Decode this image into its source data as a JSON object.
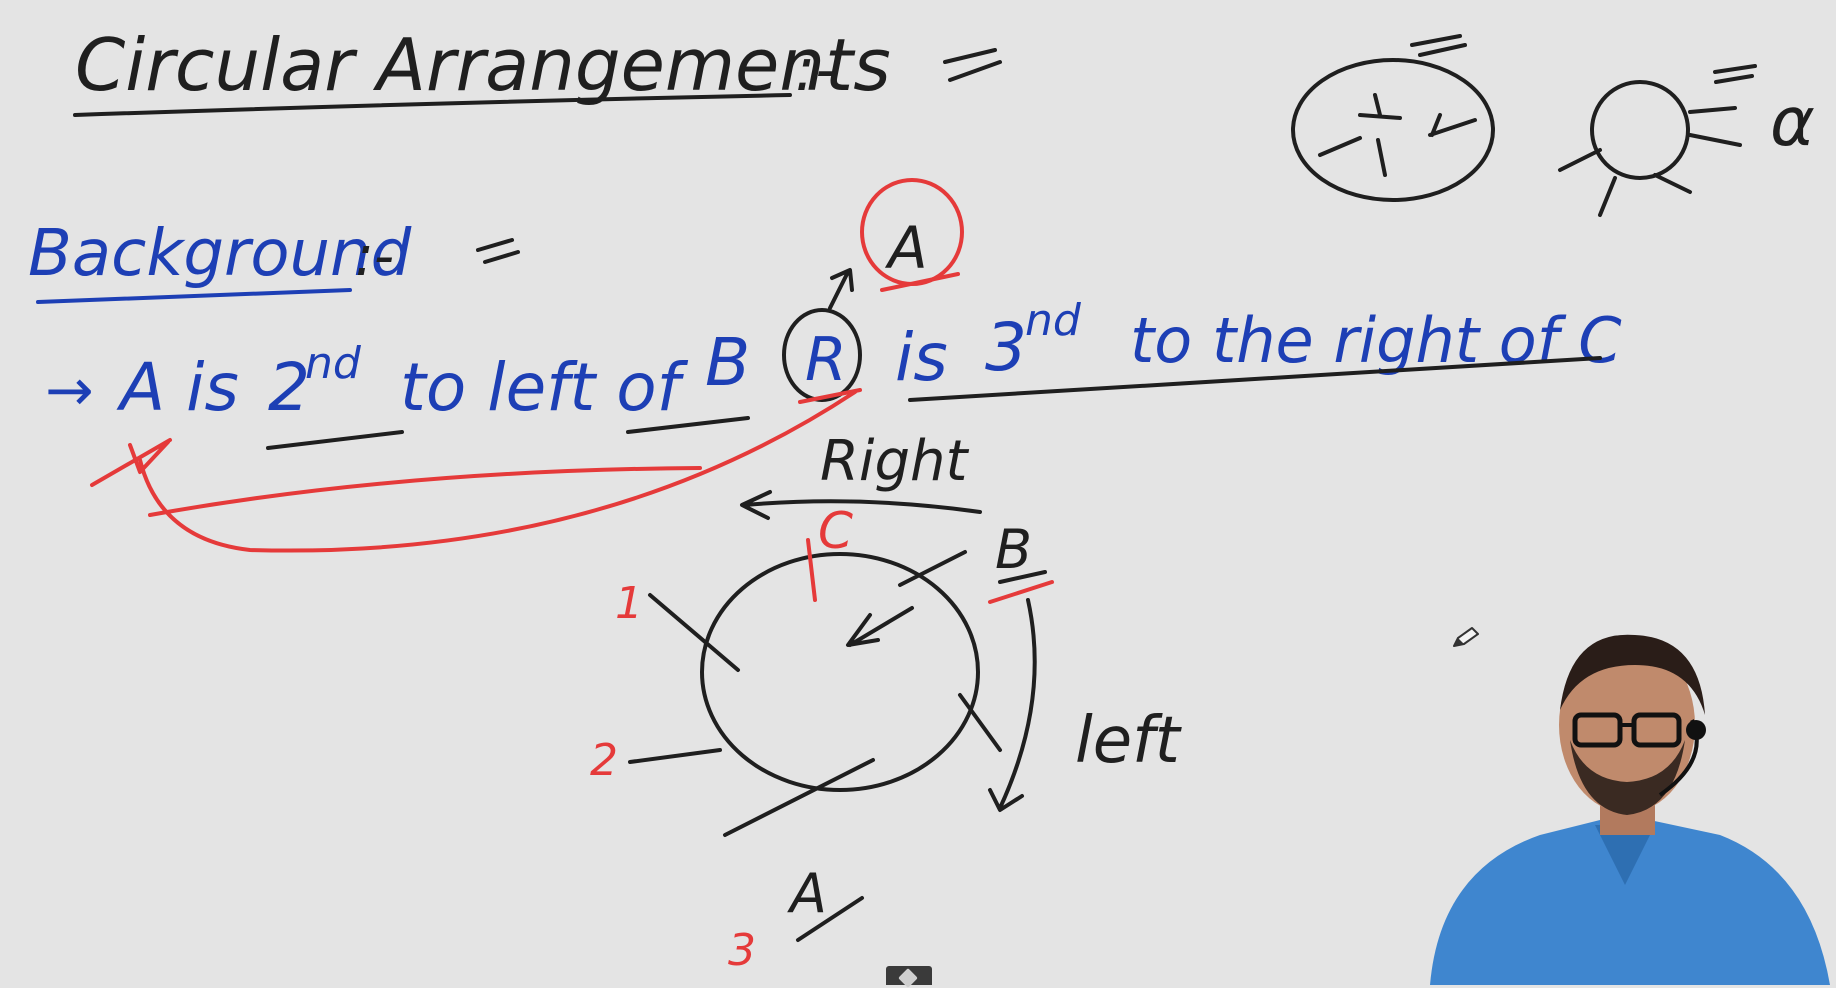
{
  "title": "Circular Arrangements",
  "title_suffix": ":-",
  "subtitle": "Background",
  "subtitle_suffix": ":-",
  "statement": {
    "arrow": "→",
    "part1": "A is",
    "ord1": "2",
    "ord1_sup": "nd",
    "part2": "to left of",
    "name_b": "B",
    "circled": "R",
    "part3": "is",
    "ord2": "3",
    "ord2_sup": "nd",
    "part4": "to the right of C"
  },
  "circled_letter_top": "A",
  "diagram": {
    "label_right": "Right",
    "label_left": "left",
    "label_c": "C",
    "label_b": "B",
    "label_a": "A",
    "pos_numbers": [
      "1",
      "2",
      "3"
    ]
  },
  "side_symbol": "α",
  "colors": {
    "background": "#e4e4e4",
    "ink_black": "#1f1f1f",
    "ink_blue": "#1d3fb5",
    "ink_red": "#e53a3a"
  },
  "icons": [
    "pencil-cursor-icon",
    "collapse-handle-icon"
  ]
}
